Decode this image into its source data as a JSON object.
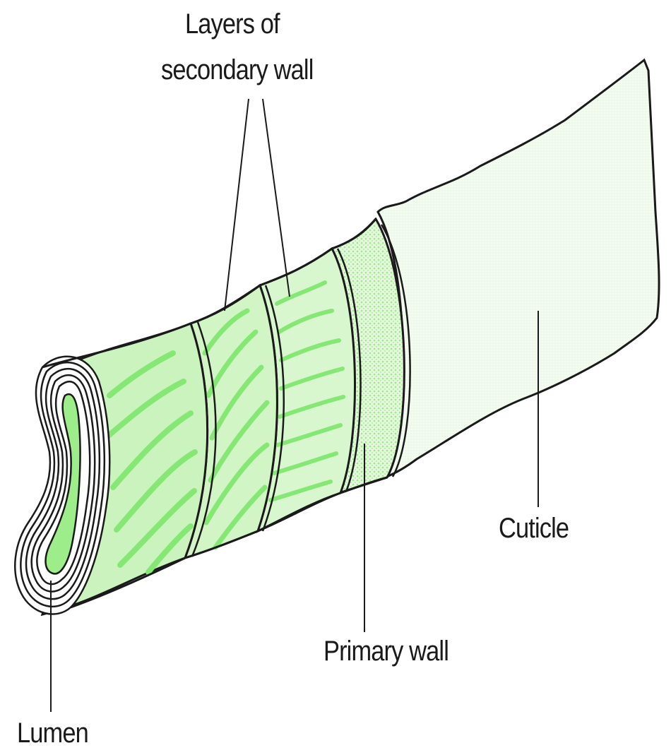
{
  "diagram": {
    "labels": {
      "layers_line1": "Layers of",
      "layers_line2": "secondary wall",
      "cuticle": "Cuticle",
      "primary_wall": "Primary wall",
      "lumen": "Lumen"
    },
    "colors": {
      "fiber_green": "#b8f0a8",
      "fiber_streak": "#86e874",
      "outline": "#1a1a1a",
      "cuticle_fill": "#f8fbf6"
    }
  }
}
